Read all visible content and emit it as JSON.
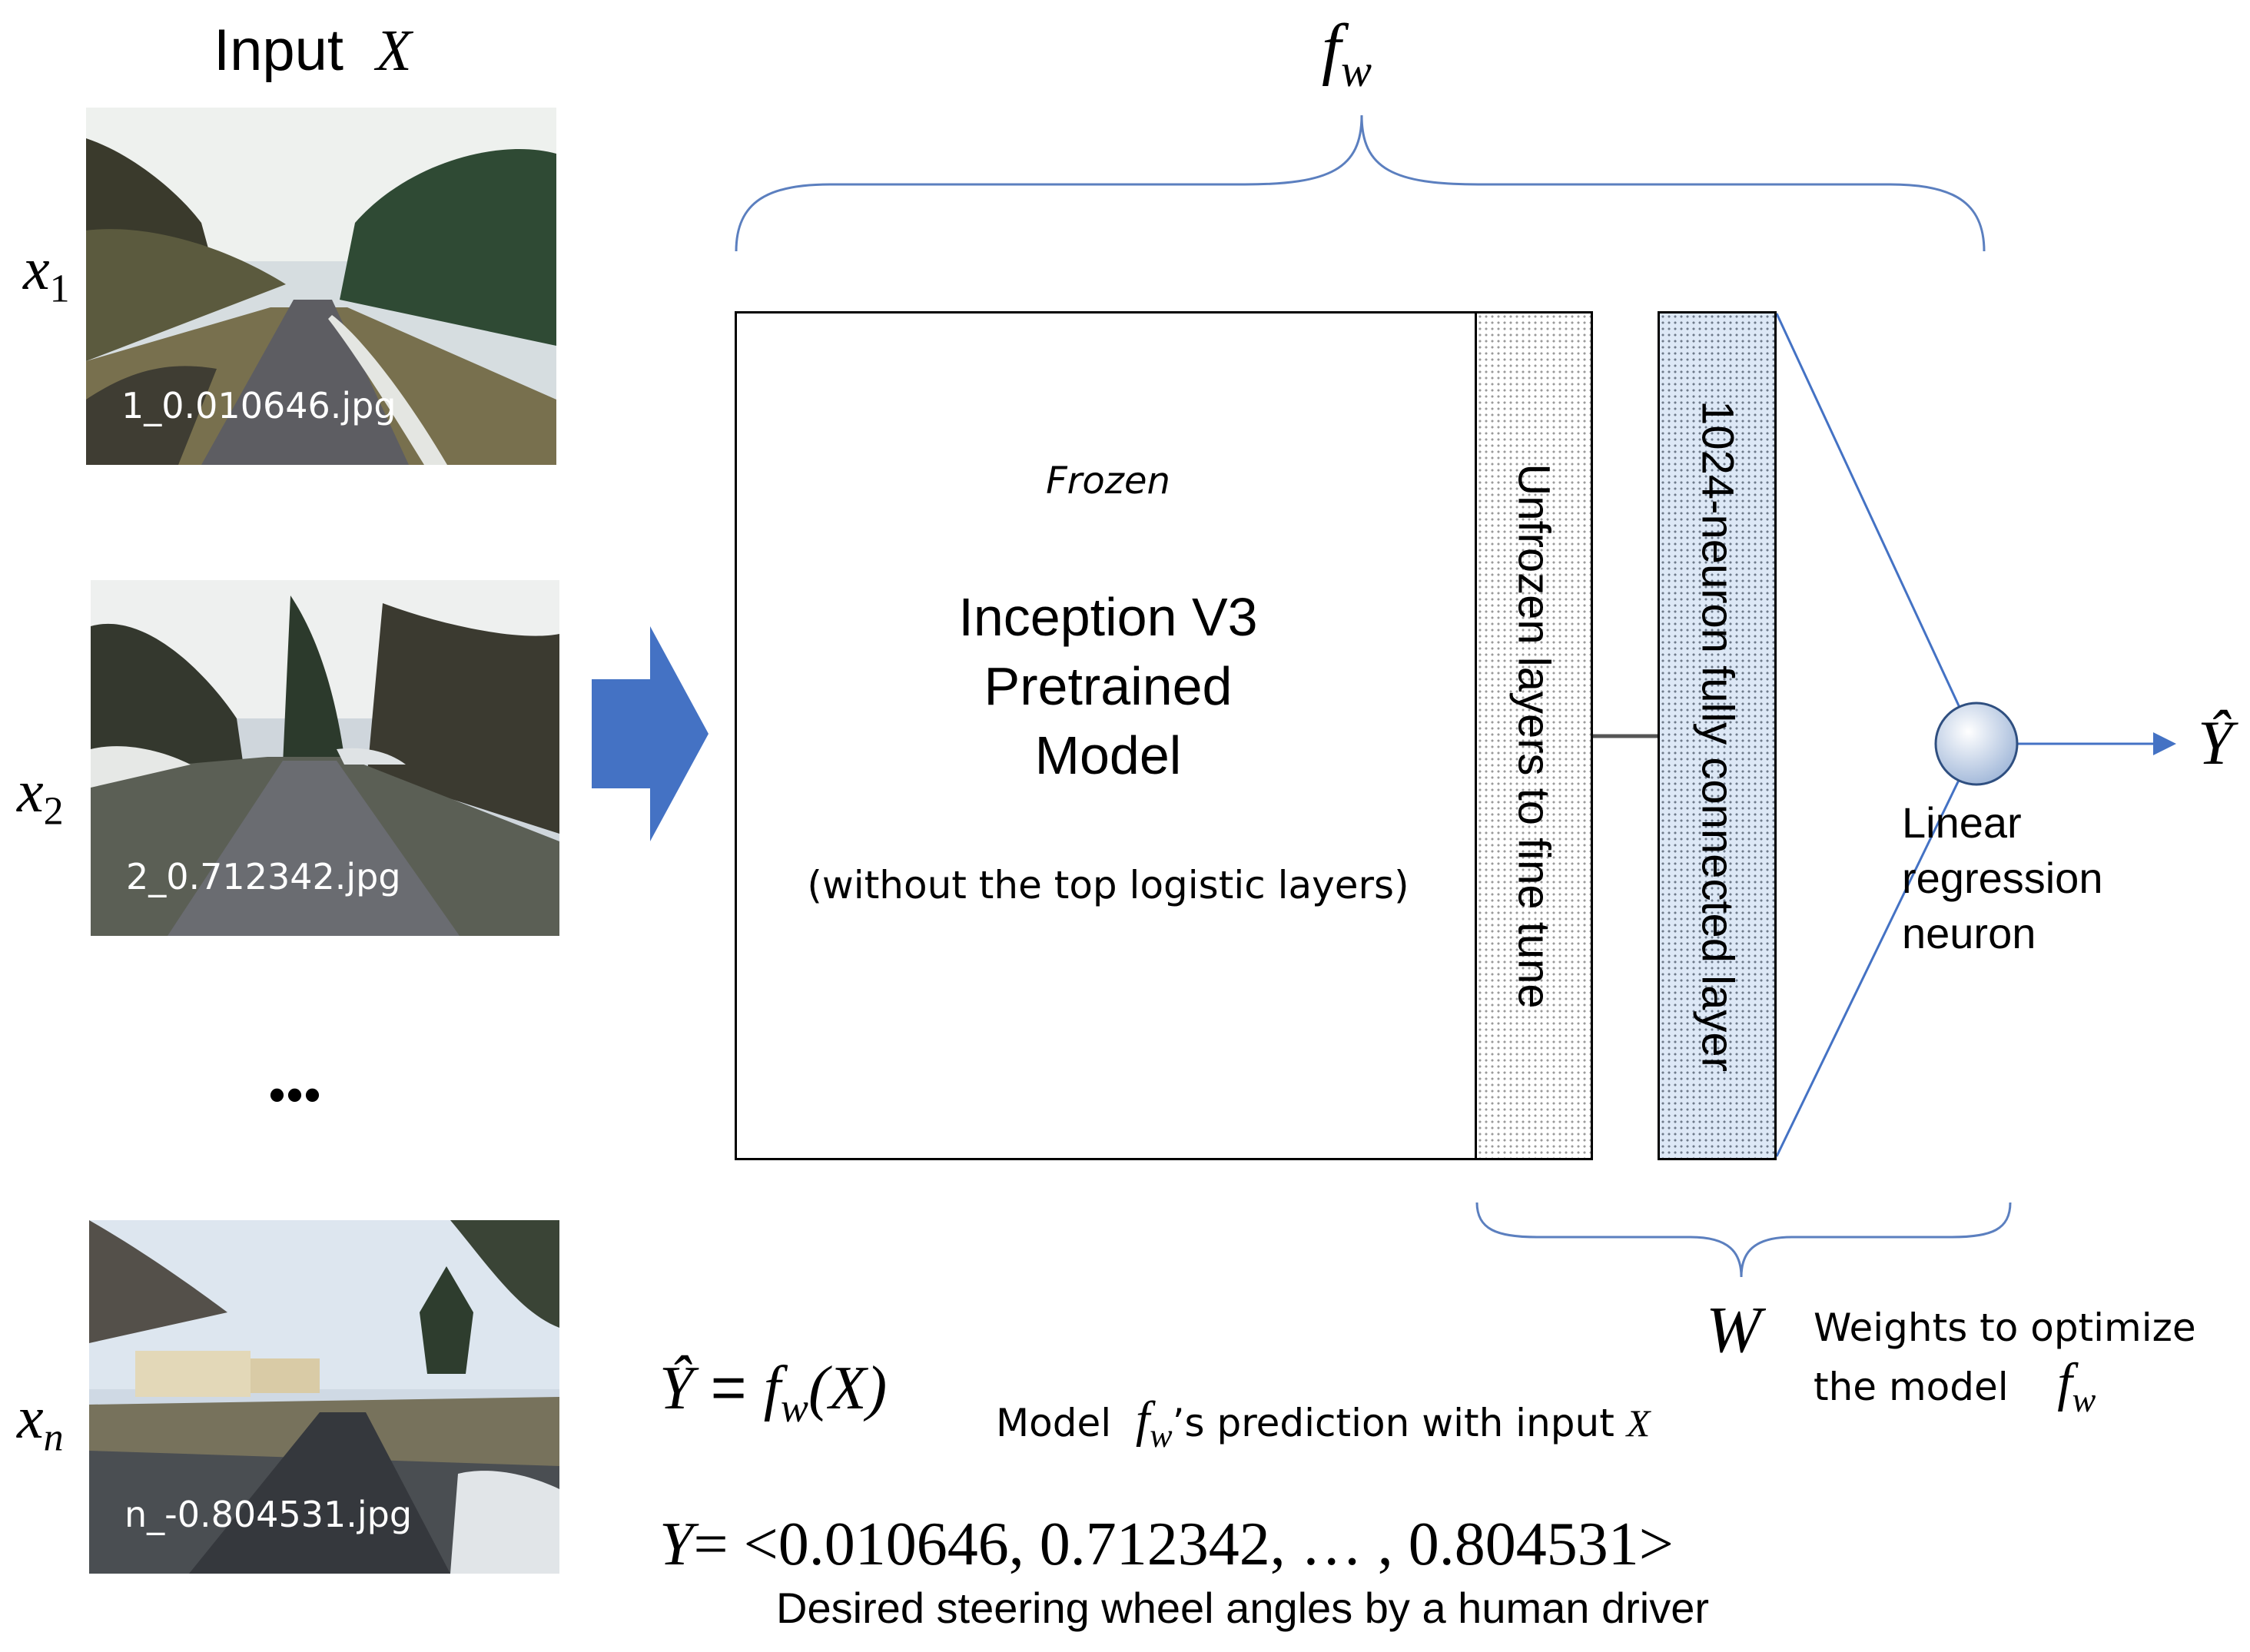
{
  "input": {
    "label": "Input",
    "symbol": "X"
  },
  "images": [
    {
      "var": "x",
      "sub": "1",
      "filename": "1_0.010646.jpg"
    },
    {
      "var": "x",
      "sub": "2",
      "filename": "2_0.712342.jpg"
    },
    {
      "var": "x",
      "sub": "n",
      "filename": "n_-0.804531.jpg"
    }
  ],
  "ellipsis": "•••",
  "function_label": {
    "base": "f",
    "sub": "w"
  },
  "frozen_block": {
    "tag": "Frozen",
    "line1": "Inception V3",
    "line2": "Pretrained",
    "line3": "Model",
    "note": "(without the top logistic layers)"
  },
  "unfrozen_label": "Unfrozen layers to fine tune",
  "dense_label": "1024-neuron fully connected layer",
  "neuron_label": {
    "line1": "Linear",
    "line2": "regression",
    "line3": "neuron"
  },
  "output_symbol": "Ŷ",
  "weights": {
    "symbol": "W",
    "line1": "Weights to optimize",
    "line2": "the model"
  },
  "equation1": {
    "lhs": "Ŷ",
    "eq": "=",
    "rhs": "(X)",
    "desc_prefix": "Model",
    "desc_suffix": "’s prediction with input",
    "desc_var": "X"
  },
  "equation2": {
    "lhs": "Y",
    "rhs": "= <0.010646, 0.712342, … , 0.804531>",
    "caption": "Desired steering wheel angles by a human driver"
  },
  "colors": {
    "arrow": "#4472c4",
    "brace": "#5b7fbf",
    "connector": "#4472c4",
    "neuron_fill": "#c9d8ee",
    "dense_fill": "#dde8f6"
  }
}
